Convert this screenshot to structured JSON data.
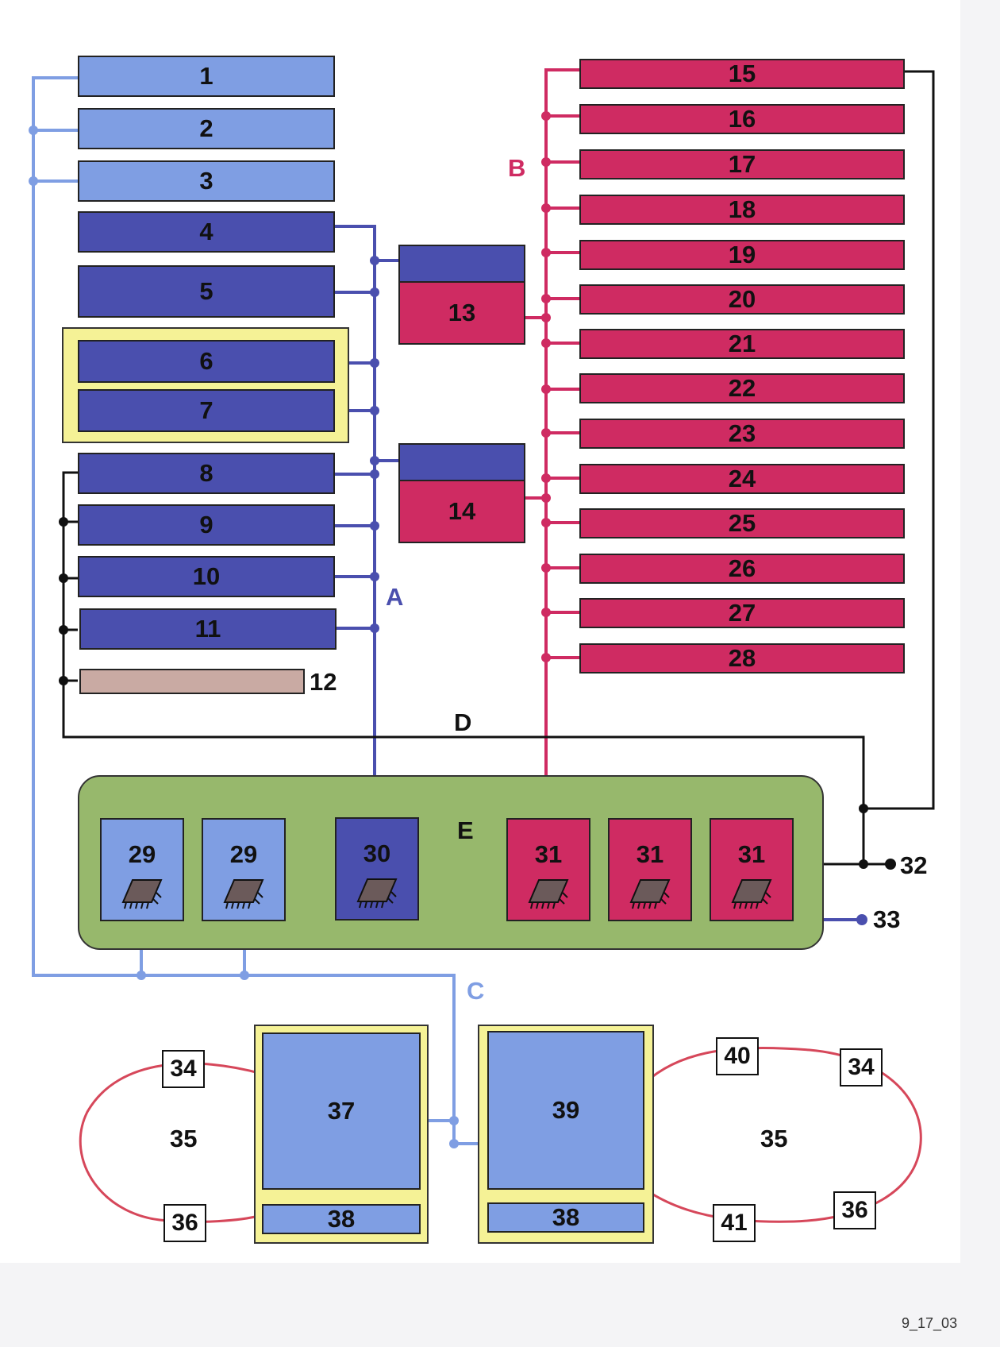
{
  "left_modules": [
    "1",
    "2",
    "3",
    "4",
    "5",
    "6",
    "7",
    "8",
    "9",
    "10",
    "11",
    "12"
  ],
  "right_modules": [
    "15",
    "16",
    "17",
    "18",
    "19",
    "20",
    "21",
    "22",
    "23",
    "24",
    "25",
    "26",
    "27",
    "28"
  ],
  "gateways": [
    "13",
    "14"
  ],
  "bus_labels": {
    "a": "A",
    "b": "B",
    "c": "C",
    "d": "D",
    "e": "E"
  },
  "ecus": [
    "29",
    "29",
    "30",
    "31",
    "31",
    "31"
  ],
  "terminals": {
    "t32": "32",
    "t33": "33"
  },
  "bottom": {
    "left_unit": "37",
    "left_unit_sub": "38",
    "right_unit": "39",
    "right_unit_sub": "38",
    "left_loop": "35",
    "right_loop": "35",
    "left_top_sq": "34",
    "left_bottom_sq": "36",
    "right_top_left_sq": "40",
    "right_top_right_sq": "34",
    "right_bottom_left_sq": "41",
    "right_bottom_right_sq": "36"
  },
  "figure_ref": "9_17_03",
  "colors": {
    "light_blue": "#7f9ee3",
    "dark_blue": "#4a4fae",
    "magenta": "#cf2b62",
    "bus_e": "#97b86c",
    "highlight": "#f5f296",
    "ring": "#d6475a"
  }
}
